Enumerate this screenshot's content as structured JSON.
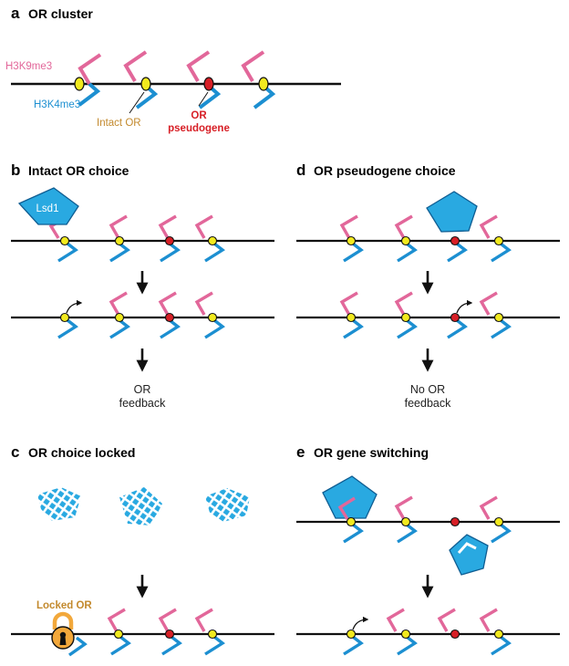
{
  "colors": {
    "h3k9": "#e2679a",
    "h3k4": "#1c8fd1",
    "intact": "#f2ea1e",
    "pseudo": "#d71f26",
    "lsd1": "#29a9e1",
    "lock": "#f2a83b",
    "intact_label": "#c38a2e",
    "pseudo_label": "#d71f26",
    "h3k9_label": "#e2679a",
    "h3k4_label": "#1c8fd1"
  },
  "panels": {
    "a": {
      "letter": "a",
      "title": "OR cluster"
    },
    "b": {
      "letter": "b",
      "title": "Intact OR choice"
    },
    "c": {
      "letter": "c",
      "title": "OR choice locked"
    },
    "d": {
      "letter": "d",
      "title": "OR pseudogene choice"
    },
    "e": {
      "letter": "e",
      "title": "OR gene switching"
    }
  },
  "labels": {
    "h3k9me3": "H3K9me3",
    "h3k4me3": "H3K4me3",
    "intact_or": "Intact OR",
    "or_pseudogene_line1": "OR",
    "or_pseudogene_line2": "pseudogene",
    "lsd1": "Lsd1",
    "locked_or": "Locked OR",
    "b_outcome_line1": "OR",
    "b_outcome_line2": "feedback",
    "d_outcome_line1": "No OR",
    "d_outcome_line2": "feedback"
  },
  "icons": [
    "lsd1-enzyme-icon",
    "arrow-down-icon",
    "transcription-arrow-icon",
    "lock-icon",
    "degraded-lsd1-icon"
  ]
}
